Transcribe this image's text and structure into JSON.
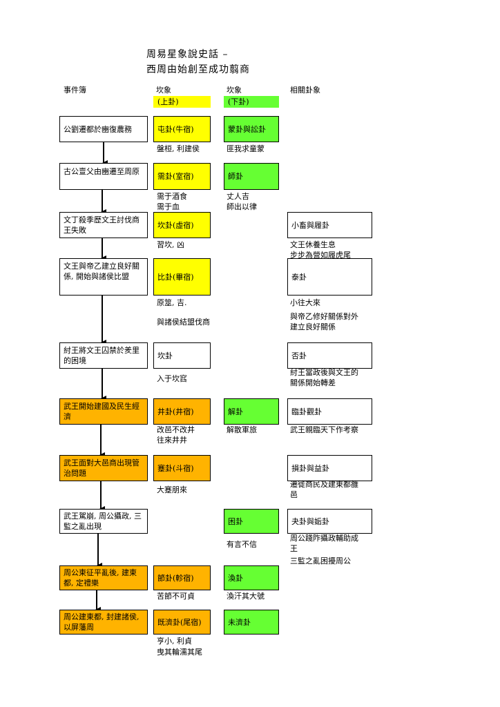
{
  "title": {
    "line1": "周易星象說史話 –",
    "line2": "西周由始創至成功翦商"
  },
  "headers": {
    "events": "事件簿",
    "upper": "坎象",
    "lower": "坎象",
    "related": "相關卦象"
  },
  "tags": {
    "upper": "(上卦)",
    "lower": "(下卦)"
  },
  "colors": {
    "upper": "#ffff00",
    "lower": "#66ff33",
    "event_highlight": "#ffb300"
  },
  "rows": [
    {
      "event": "公劉遷都於豳復農務",
      "upper": "屯卦(牛宿)",
      "lower": "蒙卦與訟卦",
      "upper_note": [
        "盤桓, 利建侯"
      ],
      "lower_note": [
        "匪我求童蒙"
      ]
    },
    {
      "event": "古公亶父由豳遷至周原",
      "upper": "需卦(室宿)",
      "lower": "師卦",
      "upper_note": [
        "需于酒食",
        "需于血"
      ],
      "lower_note": [
        "丈人吉",
        "師出以律"
      ]
    },
    {
      "event": "文丁殺季歷文王討伐商王失敗",
      "upper": "坎卦(虛宿)",
      "related": "小畜與履卦",
      "upper_note": [
        "習坎, 凶"
      ],
      "related_note": [
        "文王休養生息",
        "步步為營如履虎尾"
      ]
    },
    {
      "event": "文王與帝乙建立良好關係, 開始與諸侯比盟",
      "upper": "比卦(畢宿)",
      "related": "泰卦",
      "upper_note": [
        "原筮, 吉.",
        "",
        "與諸侯結盟伐商"
      ],
      "related_note": [
        "小往大來",
        "與帝乙修好關係對外",
        "建立良好關係"
      ]
    },
    {
      "event": "紂王將文王囚禁於羑里的困境",
      "upper": "坎卦",
      "related": "否卦",
      "upper_note": [
        "入于坎窞"
      ],
      "related_note": [
        "紂王當政後與文王的",
        "關係開始轉差"
      ]
    },
    {
      "event": "武王開始建國及民生經濟",
      "upper": "井卦(井宿)",
      "lower": "解卦",
      "related": "臨卦觀卦",
      "upper_note": [
        "改邑不改井",
        "往來井井"
      ],
      "lower_note": [
        "解散軍旅"
      ],
      "related_note": [
        "武王親臨天下作考察"
      ]
    },
    {
      "event": "武王面對大邑商出現管治問題",
      "upper": "蹇卦(斗宿)",
      "related": "損卦與益卦",
      "upper_note": [
        "大蹇朋來"
      ],
      "related_note": [
        "遷徙商民及建東都雒",
        "邑"
      ]
    },
    {
      "event": "武王駕崩, 周公攝政, 三監之亂出現",
      "lower": "困卦",
      "related": "夬卦與姤卦",
      "lower_note": [
        "有言不信"
      ],
      "related_note": [
        "周公踐阼攝政輔助成",
        "王",
        "三監之亂困擾周公"
      ]
    },
    {
      "event": "周公東征平亂後, 建東都, 定禮樂",
      "upper": "節卦(軫宿)",
      "lower": "渙卦",
      "upper_note": [
        "苦節不可貞"
      ],
      "lower_note": [
        "渙汗其大號"
      ]
    },
    {
      "event": "周公建東都, 封建諸侯, 以屏藩周",
      "upper": "既濟卦(尾宿)",
      "lower": "未濟卦",
      "upper_note": [
        "亨小, 利貞",
        "曳其輪濡其尾"
      ]
    }
  ]
}
